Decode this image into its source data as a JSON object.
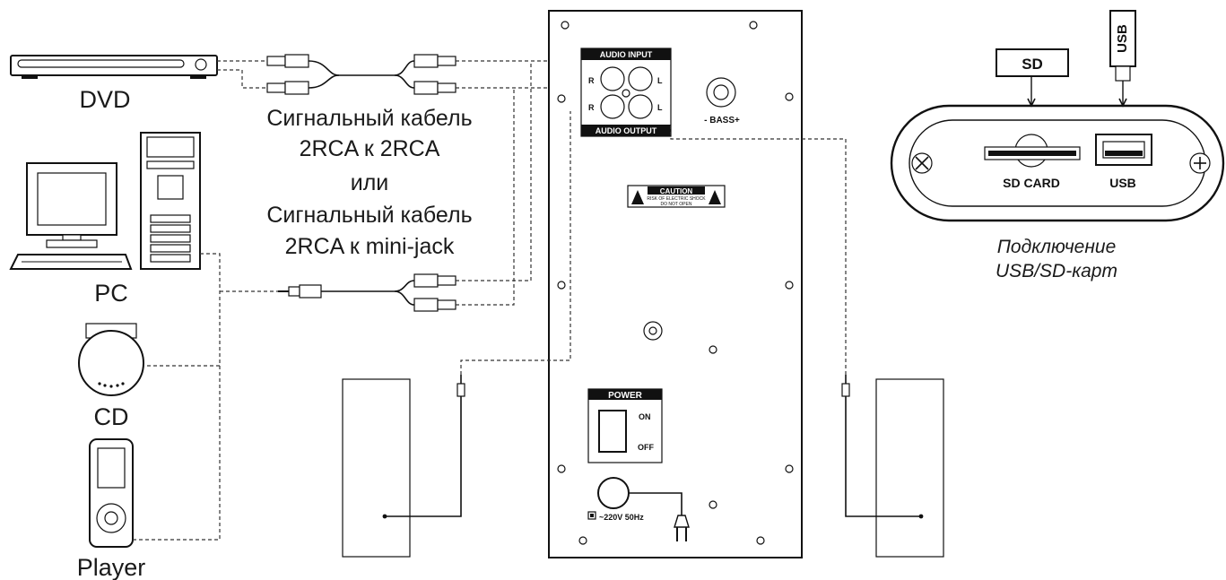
{
  "devices": {
    "dvd": "DVD",
    "pc": "PC",
    "cd": "CD",
    "player": "Player"
  },
  "cable_text": {
    "line1": "Сигнальный кабель",
    "line2": "2RCA к 2RCA",
    "line3": "или",
    "line4": "Сигнальный кабель",
    "line5": "2RCA к mini-jack"
  },
  "panel": {
    "audio_input": "AUDIO INPUT",
    "audio_output": "AUDIO OUTPUT",
    "jack_r": "R",
    "jack_l": "L",
    "bass": "- BASS+",
    "caution_title": "CAUTION",
    "caution_line1": "RISK OF ELECTRIC SHOCK",
    "caution_line2": "DO NOT OPEN",
    "power_title": "POWER",
    "power_on": "ON",
    "power_off": "OFF",
    "mains": "~220V 50Hz"
  },
  "usb_module": {
    "sd_box": "SD",
    "usb_box": "USB",
    "sd_card": "SD CARD",
    "usb": "USB",
    "caption_line1": "Подключение",
    "caption_line2": "USB/SD-карт"
  }
}
